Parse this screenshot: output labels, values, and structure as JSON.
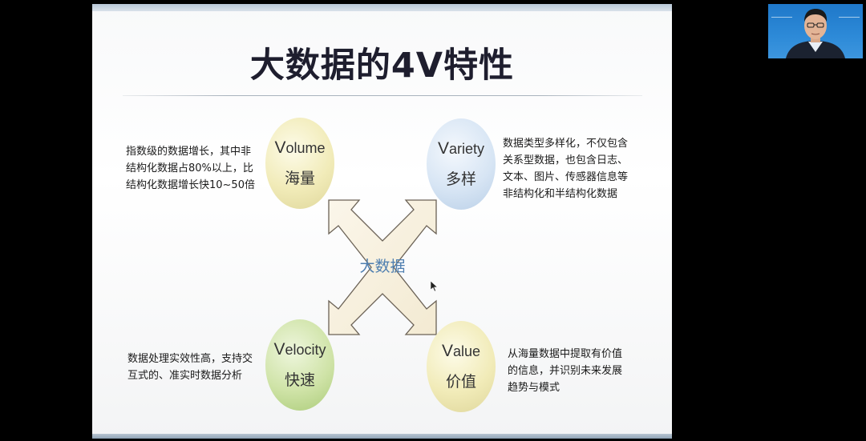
{
  "slide": {
    "title": "大数据的4V特性",
    "center_label": "大数据",
    "quadrants": {
      "volume": {
        "en_cap": "V",
        "en_rest": "olume",
        "zh": "海量",
        "lines": [
          "指数级的数据增长，其中非",
          "结构化数据占80%以上，比",
          "结构化数据增长快10~50倍"
        ]
      },
      "variety": {
        "en_cap": "V",
        "en_rest": "ariety",
        "zh": "多样",
        "lines": [
          "数据类型多样化，不仅包含",
          "关系型数据，也包含日志、",
          "文本、图片、传感器信息等",
          "非结构化和半结构化数据"
        ]
      },
      "velocity": {
        "en_cap": "V",
        "en_rest": "elocity",
        "zh": "快速",
        "lines": [
          "数据处理实效性高，支持交",
          "互式的、准实时数据分析"
        ]
      },
      "value": {
        "en_cap": "V",
        "en_rest": "alue",
        "zh": "价值",
        "lines": [
          "从海量数据中提取有价值",
          "的信息，并识别未来发展",
          "趋势与模式"
        ]
      }
    }
  },
  "colors": {
    "volume_circle": "#f1ebb8",
    "variety_circle": "#d7e5f4",
    "velocity_circle": "#cfe3a7",
    "value_circle": "#f1ebb8",
    "center_shape": "#faf3e3",
    "center_label": "#4f7fb0"
  },
  "icons": {
    "center": "four-way-arrow",
    "cursor": "mouse-pointer-icon"
  }
}
